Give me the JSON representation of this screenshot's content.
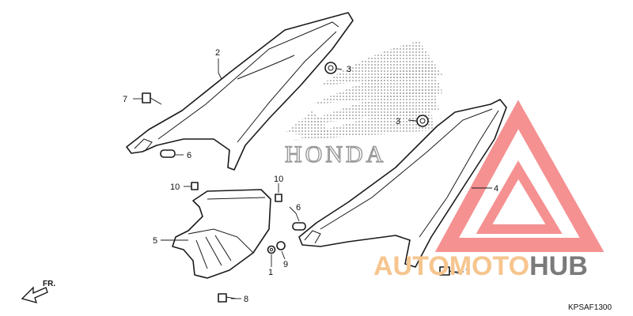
{
  "brand_text": "HONDA",
  "watermark": {
    "part1": "AUTO",
    "part2": "MOTO",
    "part3": "HUB",
    "color_light": "#f6c58e",
    "color_dark": "#7a7a7a",
    "triangle_color": "#f26d6d"
  },
  "direction_label": "FR.",
  "diagram_code": "KPSAF1300",
  "callouts": [
    "1",
    "2",
    "3",
    "3",
    "4",
    "5",
    "6",
    "6",
    "7",
    "7",
    "8",
    "9",
    "10",
    "10"
  ]
}
